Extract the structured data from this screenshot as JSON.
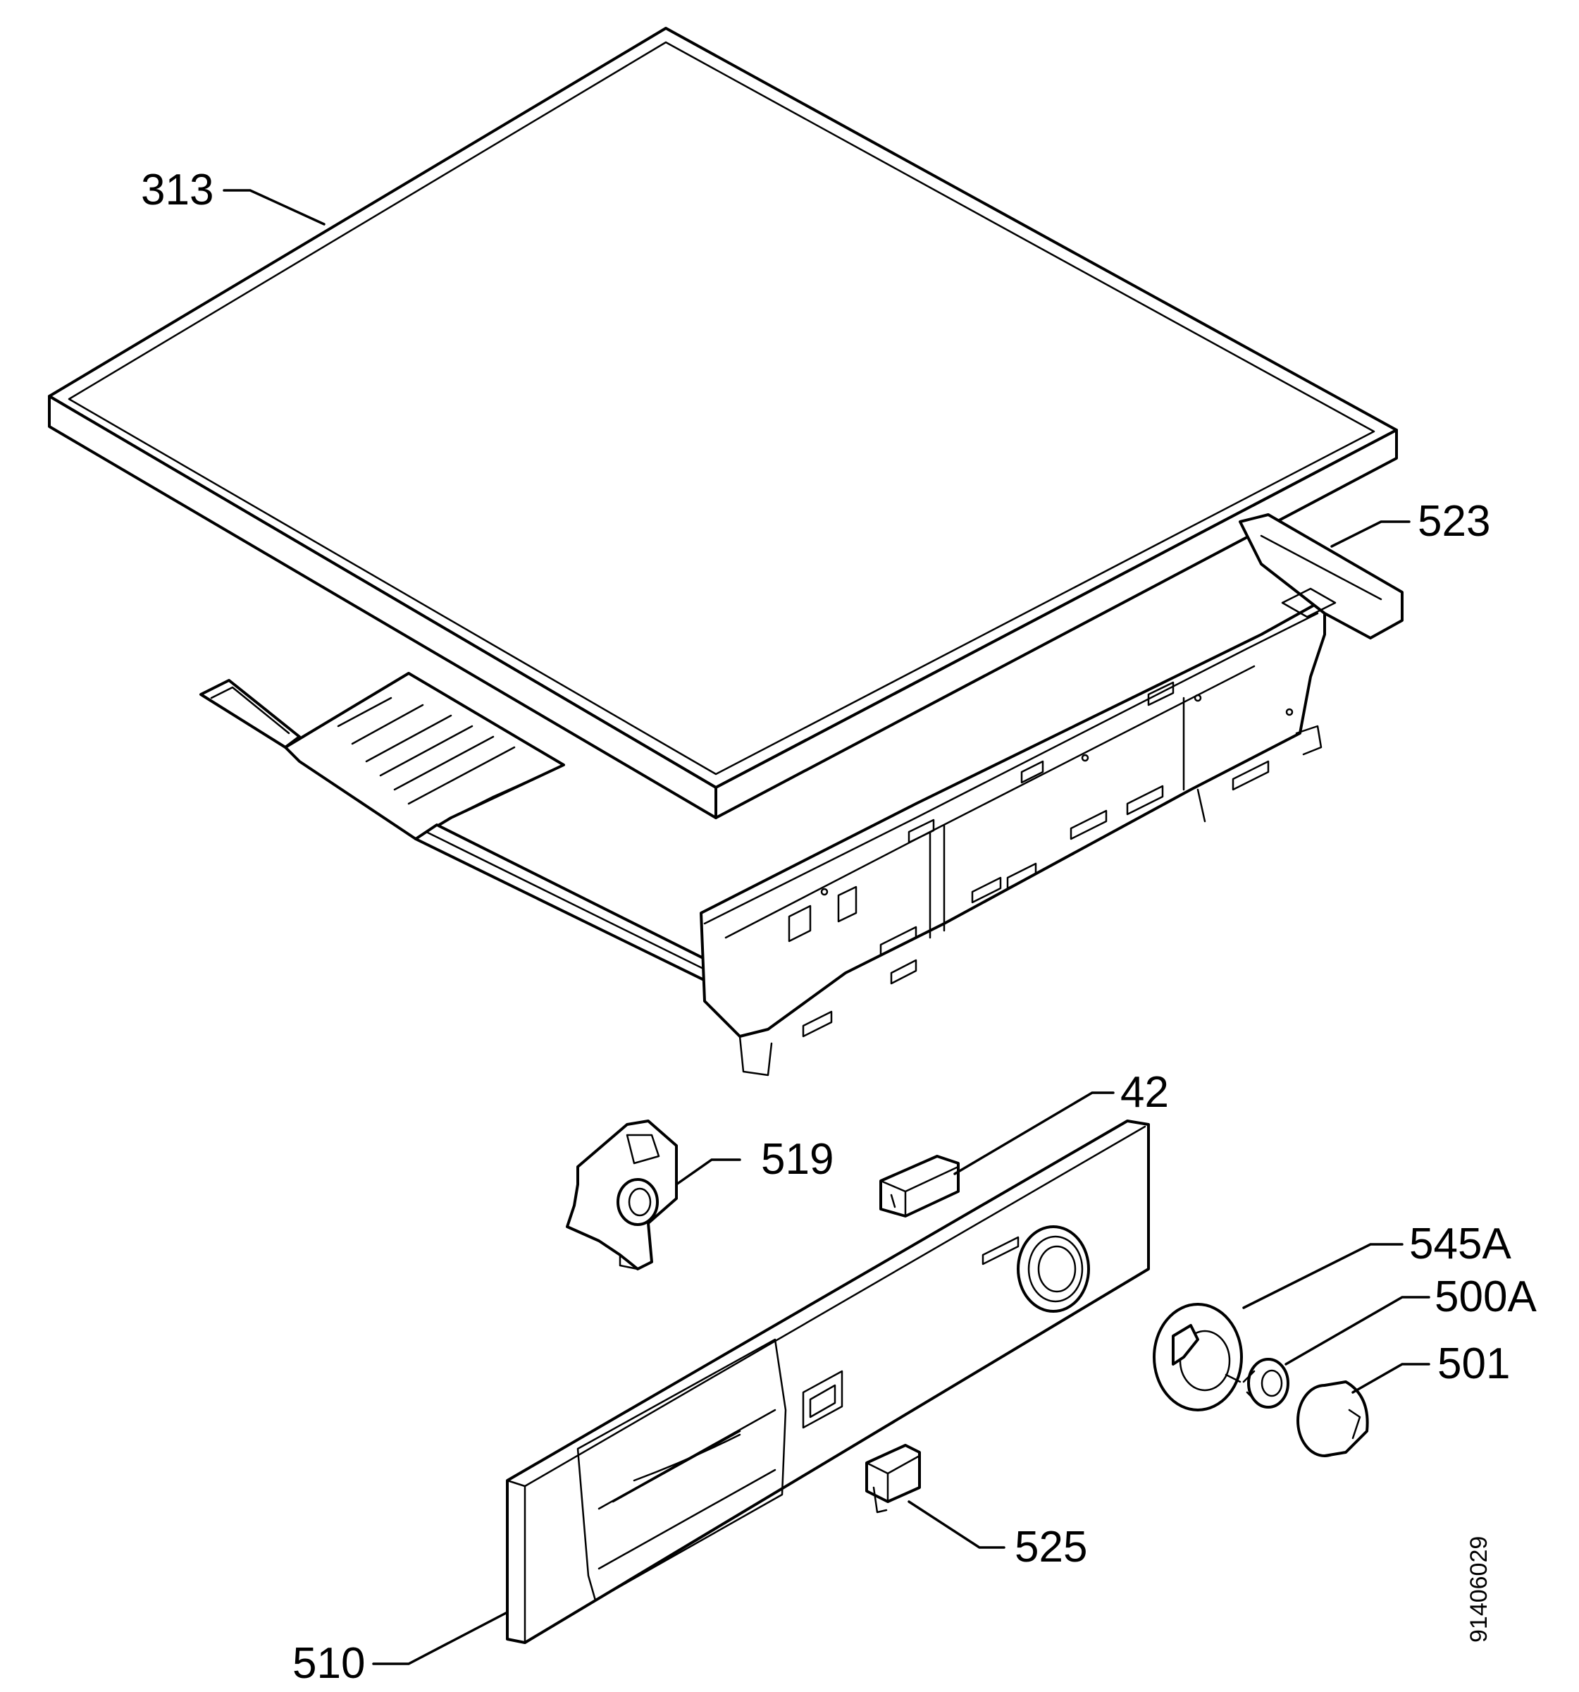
{
  "diagram": {
    "type": "exploded-parts-view",
    "callouts": {
      "c313": "313",
      "c523": "523",
      "c42": "42",
      "c519": "519",
      "c545a": "545A",
      "c500a": "500A",
      "c501": "501",
      "c525": "525",
      "c510": "510"
    },
    "drawing_number": "91406029"
  },
  "colors": {
    "line": "#000000",
    "background": "#ffffff"
  }
}
